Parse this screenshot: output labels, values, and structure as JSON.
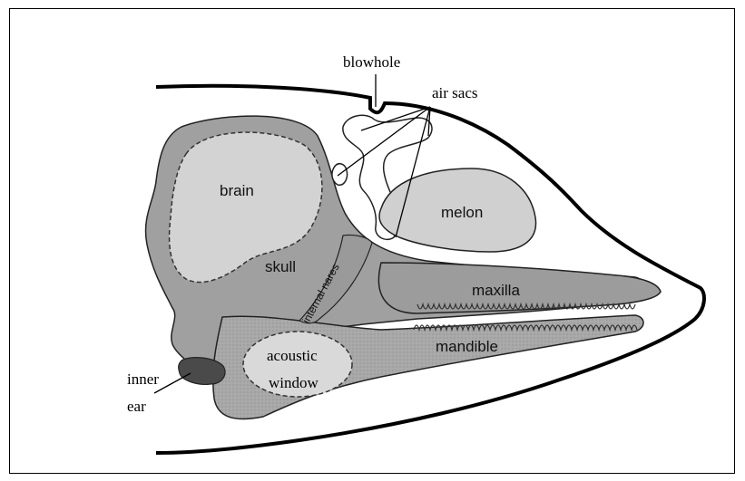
{
  "diagram": {
    "labels": {
      "blowhole": "blowhole",
      "air_sacs": "air sacs",
      "brain": "brain",
      "melon": "melon",
      "skull": "skull",
      "internal_nares": "internal nares",
      "maxilla": "maxilla",
      "mandible": "mandible",
      "acoustic_window_line1": "acoustic",
      "acoustic_window_line2": "window",
      "inner_ear_line1": "inner",
      "inner_ear_line2": "ear"
    },
    "colors": {
      "outline": "#000000",
      "skull_fill": "#a0a0a0",
      "brain_fill": "#d3d3d3",
      "melon_fill": "#d0d0d0",
      "maxilla_fill": "#9c9c9c",
      "mandible_fill": "#a6a6a6",
      "acoustic_fill": "#d9d9d9",
      "inner_ear_fill": "#4a4a4a",
      "air_sac_fill": "#ffffff"
    }
  }
}
